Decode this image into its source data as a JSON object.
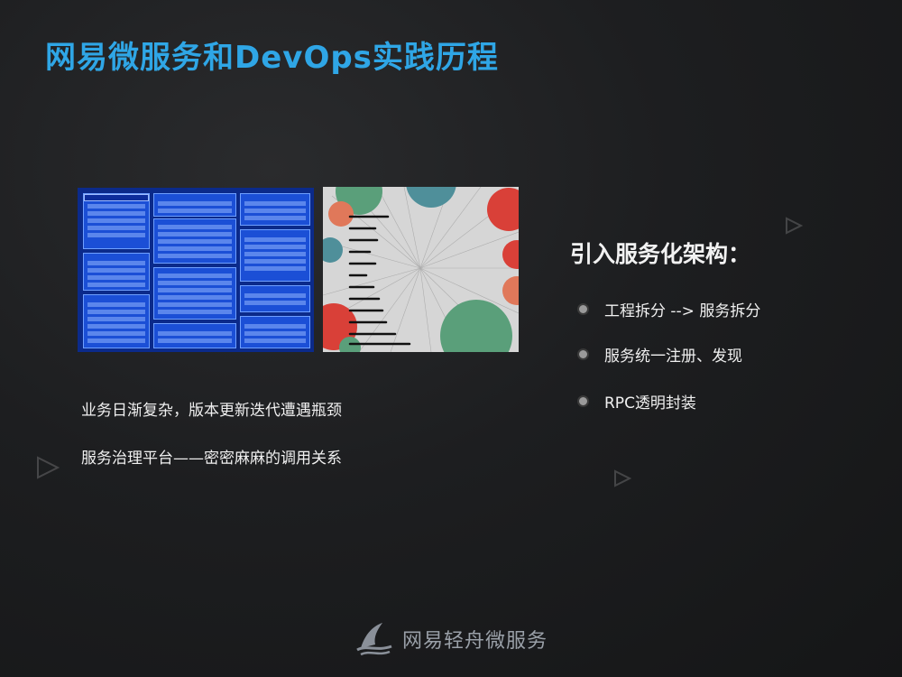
{
  "slide": {
    "title": "网易微服务和DevOps实践历程",
    "captions": [
      "业务日渐复杂，版本更新迭代遭遇瓶颈",
      "服务治理平台——密密麻麻的调用关系"
    ],
    "section_heading": "引入服务化架构：",
    "bullets": [
      "工程拆分 --> 服务拆分",
      "服务统一注册、发现",
      "RPC透明封装"
    ],
    "footer": {
      "brand": "网易轻舟微服务",
      "logo_icon": "boat-wave-logo-icon"
    },
    "colors": {
      "title": "#2fa6e6",
      "background": "#1d1e20",
      "arch_diagram": "#0b2a8a",
      "graph_bubbles": [
        "#d94038",
        "#5a9f7a",
        "#e0785a",
        "#4f8f9a"
      ]
    }
  }
}
